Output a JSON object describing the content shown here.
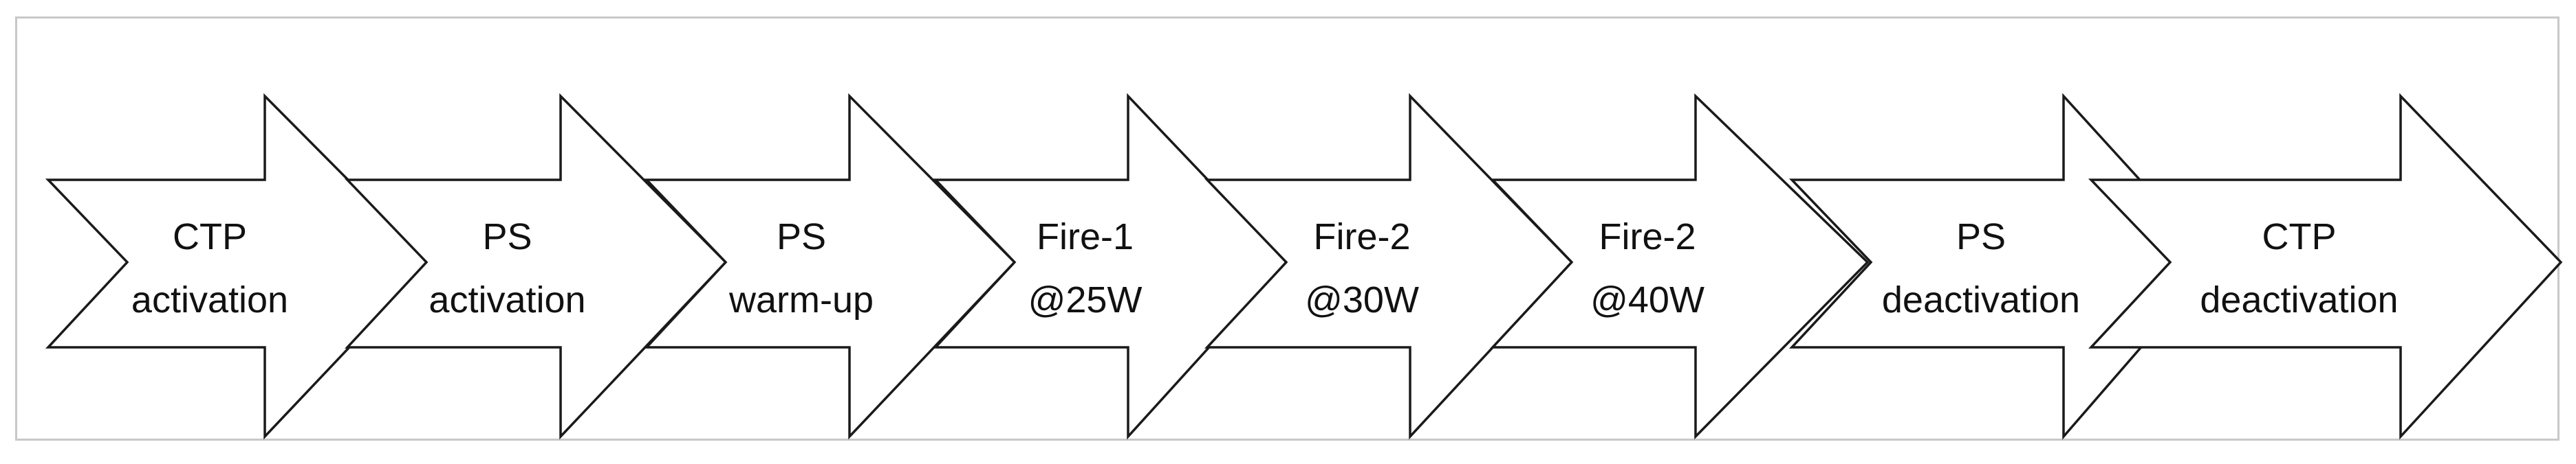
{
  "steps": [
    {
      "line1": "CTP",
      "line2": "activation"
    },
    {
      "line1": "PS",
      "line2": "activation"
    },
    {
      "line1": "PS",
      "line2": "warm-up"
    },
    {
      "line1": "Fire-1",
      "line2": "@25W"
    },
    {
      "line1": "Fire-2",
      "line2": "@30W"
    },
    {
      "line1": "Fire-2",
      "line2": "@40W"
    },
    {
      "line1": "PS",
      "line2": "deactivation"
    },
    {
      "line1": "CTP",
      "line2": "deactivation"
    }
  ],
  "colors": {
    "stroke": "#1a1a1a",
    "fill": "#ffffff",
    "frame": "#c8c8c8"
  }
}
